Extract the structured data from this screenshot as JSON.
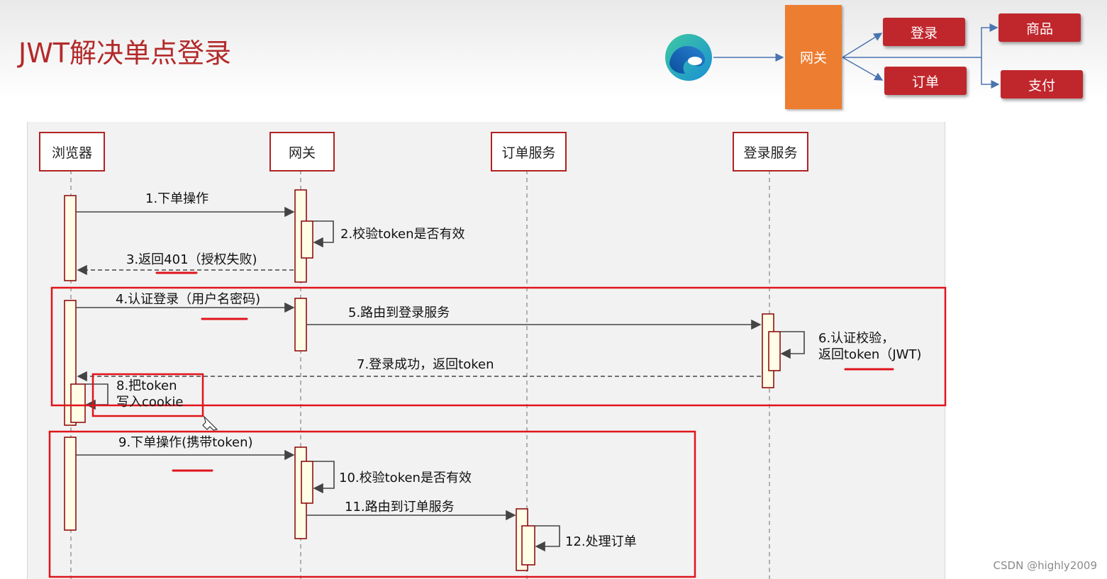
{
  "slide": {
    "title": "JWT解决单点登录"
  },
  "architecture": {
    "browser_icon": "edge-browser-icon",
    "gateway": "网关",
    "services": {
      "login": "登录",
      "order": "订单",
      "goods": "商品",
      "pay": "支付"
    },
    "colors": {
      "gateway": "#ed7d31",
      "service": "#c0272d",
      "arrow": "#4a74b0"
    }
  },
  "sequence": {
    "participants": [
      "浏览器",
      "网关",
      "订单服务",
      "登录服务"
    ],
    "messages": [
      "1.下单操作",
      "2.校验token是否有效",
      "3.返回401（授权失败)",
      "4.认证登录（用户名密码)",
      "5.路由到登录服务",
      "6.认证校验，\n返回token（JWT)",
      "7.登录成功，返回token",
      "8.把token\n写入cookie",
      "9.下单操作(携带token)",
      "10.校验token是否有效",
      "11.路由到订单服务",
      "12.处理订单"
    ],
    "colors": {
      "highlight": "#e0141b",
      "activation_fill": "#fffde6",
      "participant_border": "#b22222"
    }
  },
  "footer": {
    "watermark": "CSDN @highly2009"
  }
}
